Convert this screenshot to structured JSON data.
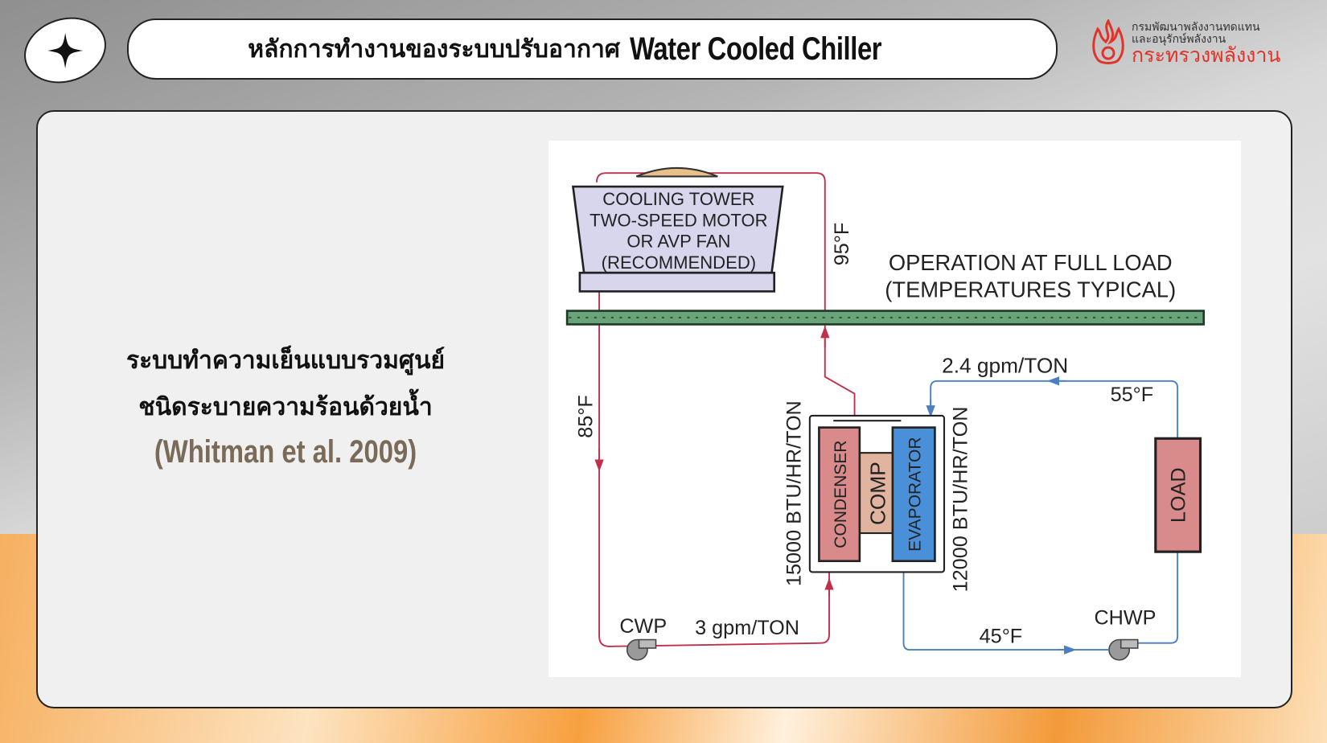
{
  "header": {
    "title_thai": "หลักการทำงานของระบบปรับอากาศ",
    "title_en": "Water Cooled Chiller"
  },
  "logo": {
    "line1": "กรมพัฒนาพลังงานทดแทน",
    "line2": "และอนุรักษ์พลังงาน",
    "line3": "กระทรวงพลังงาน"
  },
  "body": {
    "line1": "ระบบทำความเย็นแบบรวมศูนย์",
    "line2": "ชนิดระบายความร้อนด้วยน้ำ",
    "citation": "(Whitman et al. 2009)"
  },
  "diagram": {
    "tower": [
      "COOLING TOWER",
      "TWO-SPEED MOTOR",
      "OR AVP FAN",
      "(RECOMMENDED)"
    ],
    "op1": "OPERATION AT FULL LOAD",
    "op2": "(TEMPERATURES TYPICAL)",
    "t95": "95°F",
    "t85": "85°F",
    "t55": "55°F",
    "t45": "45°F",
    "flow_chw": "2.4 gpm/TON",
    "flow_cw": "3 gpm/TON",
    "btu_cond": "15000 BTU/HR/TON",
    "btu_evap": "12000 BTU/HR/TON",
    "condenser": "CONDENSER",
    "comp": "COMP",
    "evaporator": "EVAPORATOR",
    "load": "LOAD",
    "cwp": "CWP",
    "chwp": "CHWP"
  },
  "colors": {
    "cw_pipe": "#c0304a",
    "chw_pipe": "#4a7fc0",
    "condenser": "#d98a8a",
    "evaporator": "#4a90d9",
    "accent": "#e0332a"
  }
}
